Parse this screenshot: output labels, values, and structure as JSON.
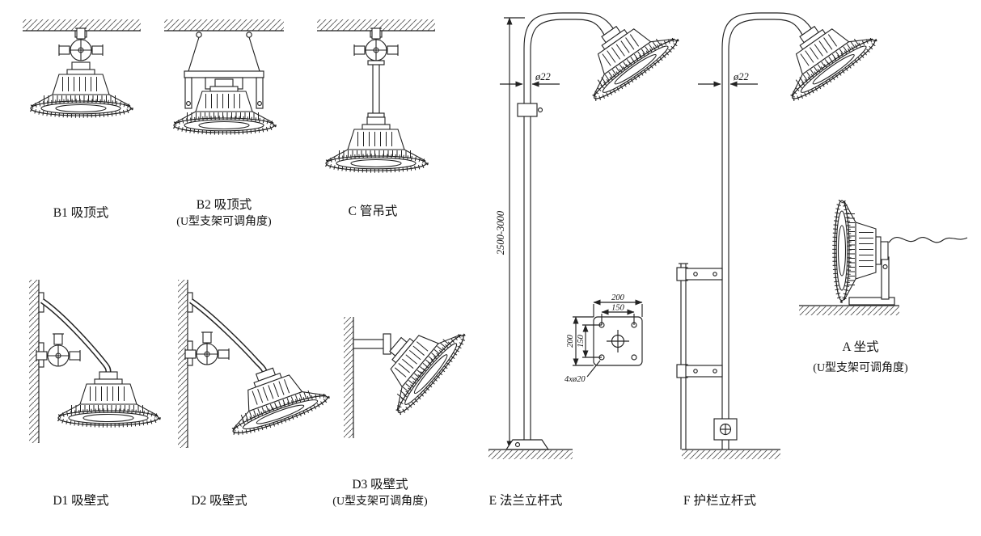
{
  "figures": {
    "b1": {
      "label": "B1 吸顶式"
    },
    "b2": {
      "label": "B2 吸顶式",
      "sublabel": "(U型支架可调角度)"
    },
    "c": {
      "label": "C 管吊式"
    },
    "d1": {
      "label": "D1 吸壁式"
    },
    "d2": {
      "label": "D2 吸壁式"
    },
    "d3": {
      "label": "D3 吸壁式",
      "sublabel": "(U型支架可调角度)"
    },
    "e": {
      "label": "E 法兰立杆式"
    },
    "f": {
      "label": "F 护栏立杆式"
    },
    "a": {
      "label": "A 坐式",
      "sublabel": "(U型支架可调角度)"
    }
  },
  "dimensions": {
    "pole_diameter": "ø22",
    "pole_height": "2500-3000",
    "base_outer": "200",
    "base_inner": "150",
    "base_holes": "4xø20"
  },
  "colors": {
    "line": "#222222",
    "background": "#ffffff"
  }
}
